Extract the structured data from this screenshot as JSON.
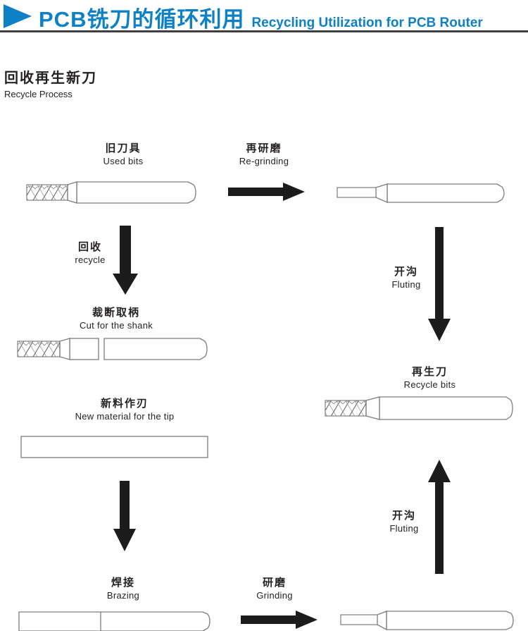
{
  "header": {
    "title_zh": "PCB铣刀的循环利用",
    "title_en": "Recycling Utilization for PCB Router"
  },
  "section": {
    "title_zh": "回收再生新刀",
    "title_en": "Recycle Process"
  },
  "steps": {
    "used_bits": {
      "zh": "旧刀具",
      "en": "Used bits"
    },
    "regrinding": {
      "zh": "再研磨",
      "en": "Re-grinding"
    },
    "recycle": {
      "zh": "回收",
      "en": "recycle"
    },
    "cut_shank": {
      "zh": "裁断取柄",
      "en": "Cut for the shank"
    },
    "new_material": {
      "zh": "新料作刃",
      "en": "New material for the tip"
    },
    "fluting_top": {
      "zh": "开沟",
      "en": "Fluting"
    },
    "recycle_bits": {
      "zh": "再生刀",
      "en": "Recycle bits"
    },
    "brazing": {
      "zh": "焊接",
      "en": "Brazing"
    },
    "grinding": {
      "zh": "研磨",
      "en": "Grinding"
    },
    "fluting_bottom": {
      "zh": "开沟",
      "en": "Fluting"
    }
  },
  "colors": {
    "accent_blue": "#0e81c6",
    "divider": "#3f3f3f",
    "arrow_black": "#1c1c1c",
    "bit_outline_gray": "#7d7d7d",
    "text": "#262224"
  }
}
